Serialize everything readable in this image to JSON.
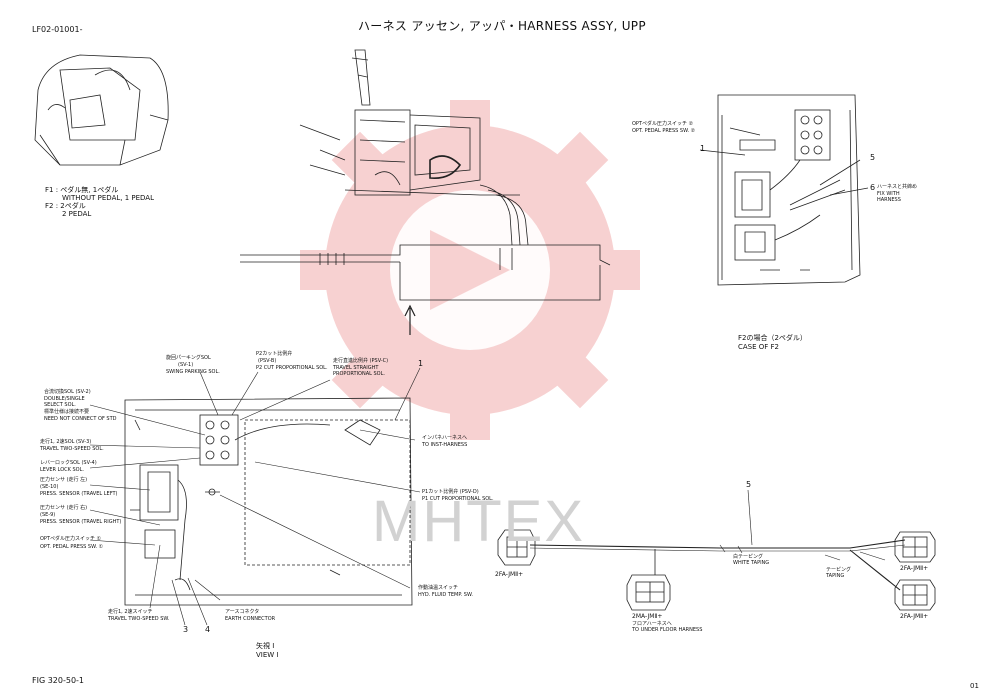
{
  "header": {
    "code": "LF02-01001-",
    "title": "ハーネス アッセン, アッパ・HARNESS ASSY, UPP"
  },
  "footer": {
    "fig": "FIG 320-50-1",
    "page": "01"
  },
  "watermark": {
    "text": "MHTEX",
    "gear_color": "#f6c9c9",
    "text_color": "#cfcfcf"
  },
  "legend": {
    "f1_jp": "F1 : ペダル無, 1ペダル",
    "f1_en": "WITHOUT PEDAL, 1 PEDAL",
    "f2_jp": "F2 : 2ペダル",
    "f2_en": "2 PEDAL"
  },
  "case_f2": {
    "jp": "F2の場合（2ペダル）",
    "en": "CASE OF F2",
    "opt_jp": "OPTペダル圧力スイッチ ②",
    "opt_en": "OPT. PEDAL PRESS SW. ②",
    "num_1": "1",
    "num_5": "5",
    "num_6": "6",
    "fix_jp": "ハーネスと共締め",
    "fix_en1": "FIX WITH",
    "fix_en2": "HARNESS"
  },
  "view": {
    "jp": "矢視 I",
    "en": "VIEW I",
    "num_1": "1",
    "num_3": "3",
    "num_4": "4",
    "swing_jp": "旋回パーキングSOL",
    "swing_code": "(SV-1)",
    "swing_en": "SWING PARKING SOL.",
    "p2_jp": "P2カット比例弁",
    "p2_code": "(PSV-B)",
    "p2_en": "P2 CUT PROPORTIONAL SOL.",
    "travel_jp": "走行直進比例弁 (PSV-C)",
    "travel_en1": "TRAVEL STRAIGHT",
    "travel_en2": "PROPORTIONAL SOL.",
    "merge_jp": "合流切換SOL (SV-2)",
    "merge_en1": "DOUBLE/SINGLE",
    "merge_en2": "SELECT SOL.",
    "merge_note": "標準仕様は接続不要",
    "merge_note_en": "NEED NOT CONNECT OF STD",
    "two_speed_jp": "走行1, 2速SOL (SV-3)",
    "two_speed_en": "TRAVEL TWO-SPEED SOL.",
    "lever_jp": "レバーロックSOL (SV-4)",
    "lever_en": "LEVER LOCK SOL.",
    "press_left_jp": "圧力センサ (走行 左)",
    "press_left_code": "(SE-10)",
    "press_left_en": "PRESS. SENSOR (TRAVEL LEFT)",
    "press_right_jp": "圧力センサ (走行 右)",
    "press_right_code": "(SE-9)",
    "press_right_en": "PRESS. SENSOR (TRAVEL RIGHT)",
    "opt_jp": "OPTペダル圧力スイッチ ①",
    "opt_en": "OPT. PEDAL PRESS SW. ①",
    "inst_jp": "インパネハーネスへ",
    "inst_en": "TO INST-HARNESS",
    "p1_jp": "P1カット比例弁 (PSV-D)",
    "p1_en": "P1 CUT PROPORTIONAL SOL.",
    "hyd_jp": "作動油温スイッチ",
    "hyd_en": "HYD. FLUID TEMP. SW.",
    "earth_jp": "アースコネクタ",
    "earth_en": "EARTH CONNECTOR",
    "tsw_jp": "走行1, 2速スイッチ",
    "tsw_en": "TRAVEL TWO-SPEED SW."
  },
  "harness": {
    "num_5": "5",
    "left_conn": "2FA-JMⅡ+",
    "mid_conn": "2MA-JMⅡ+",
    "mid_note_jp": "フロアハーネスへ",
    "mid_note_en": "TO UNDER FLOOR HARNESS",
    "right_top_conn": "2FA-JMⅡ+",
    "right_bot_conn": "2FA-JMⅡ+",
    "white_jp": "白テーピング",
    "white_en": "WHITE TAPING",
    "taping_jp": "テーピング",
    "taping_en": "TAPING"
  }
}
